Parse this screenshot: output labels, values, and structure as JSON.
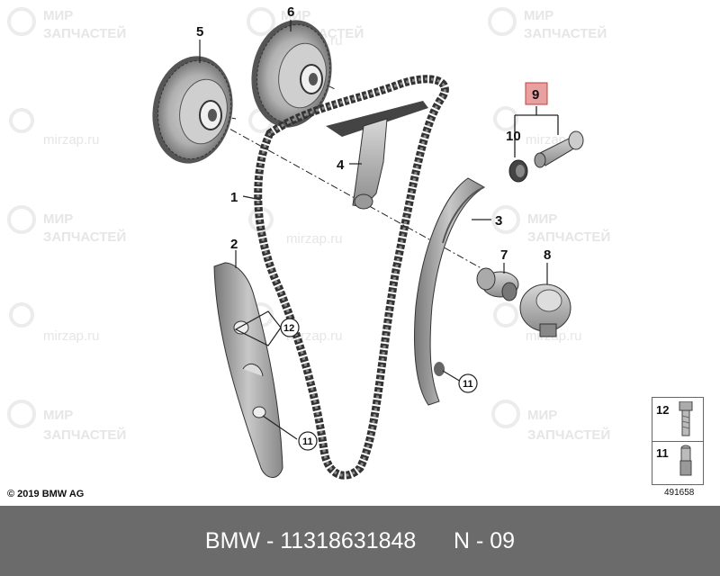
{
  "watermark": {
    "brand_line1": "МИР",
    "brand_line2": "ЗАПЧАСТЕЙ",
    "domain": "mirzap.ru"
  },
  "callouts": {
    "c1": "1",
    "c2": "2",
    "c3": "3",
    "c4": "4",
    "c5": "5",
    "c6": "6",
    "c7": "7",
    "c8": "8",
    "c9": "9",
    "c10": "10",
    "c11a": "11",
    "c11b": "11",
    "c12": "12"
  },
  "highlight_color": "#e8a0a0",
  "copyright": "© 2019 BMW AG",
  "reference_box": {
    "top_number": "12",
    "bottom_number": "11"
  },
  "illustration_number": "491658",
  "part_line": {
    "brand": "BMW",
    "separator": " - ",
    "part_number": "11318631848",
    "position": "N - 09"
  }
}
